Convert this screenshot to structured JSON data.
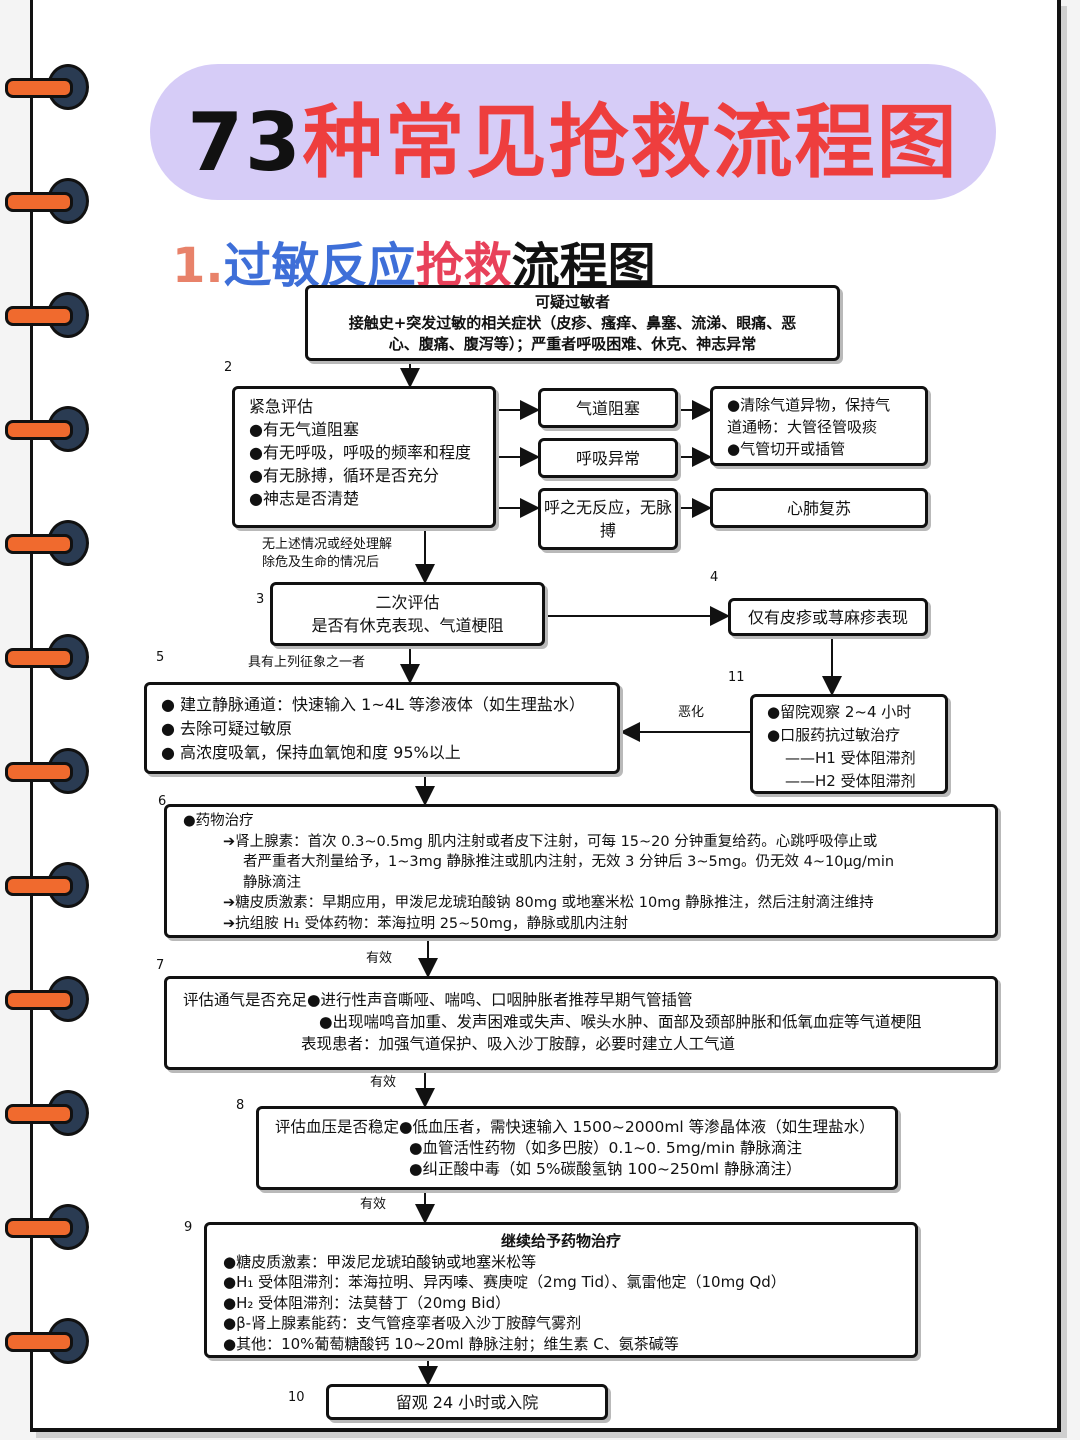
{
  "title": {
    "number": "73",
    "text": "种常见抢救流程图"
  },
  "subtitle": {
    "part1": "1.",
    "part2": "过敏反应",
    "part3": "抢救",
    "part4": "流程图"
  },
  "suspect": {
    "heading": "可疑过敏者",
    "line1": "接触史+突发过敏的相关症状（皮疹、瘙痒、鼻塞、流涕、眼痛、恶",
    "line2": "心、腹痛、腹泻等）；严重者呼吸困难、休克、神志异常"
  },
  "step_numbers": [
    "2",
    "3",
    "4",
    "5",
    "6",
    "7",
    "8",
    "9",
    "10",
    "11"
  ],
  "emergency": {
    "heading": "紧急评估",
    "items": [
      "●有无气道阻塞",
      "●有无呼吸，呼吸的频率和程度",
      "●有无脉搏，循环是否充分",
      "●神志是否清楚"
    ]
  },
  "airway_block": "气道阻塞",
  "breath_abnormal": "呼吸异常",
  "no_response": {
    "line1": "呼之无反应，无脉",
    "line2": "搏"
  },
  "airway_action": {
    "line1": "●清除气道异物，保持气",
    "line2": "道通畅：大管径管吸痰",
    "line3": "●气管切开或插管"
  },
  "cpr": "心肺复苏",
  "none_note": {
    "line1": "无上述情况或经处理解",
    "line2": "除危及生命的情况后"
  },
  "secondary": {
    "heading": "二次评估",
    "line1": "是否有休克表现、气道梗阻"
  },
  "skin_only": "仅有皮疹或荨麻疹表现",
  "has_signs": "具有上列征象之一者",
  "worsen": "恶化",
  "iv_box": {
    "items": [
      "●  建立静脉通道：快速输入 1~4L 等渗液体（如生理盐水）",
      "●  去除可疑过敏原",
      "●  高浓度吸氧，保持血氧饱和度 95%以上"
    ]
  },
  "observe_box": {
    "items": [
      "●留院观察 2~4 小时",
      "●口服药抗过敏治疗",
      "——H1 受体阻滞剂",
      "——H2 受体阻滞剂"
    ]
  },
  "drug_box": {
    "heading": "●药物治疗",
    "line1": "➔肾上腺素：首次 0.3~0.5mg 肌内注射或者皮下注射，可每 15~20 分钟重复给药。心跳呼吸停止或",
    "line2": "者严重者大剂量给予，1~3mg 静脉推注或肌内注射，无效 3 分钟后 3~5mg。仍无效 4~10μg/min",
    "line3": "静脉滴注",
    "line4": "➔糖皮质激素：早期应用，甲泼尼龙琥珀酸钠 80mg 或地塞米松 10mg 静脉推注，然后注射滴注维持",
    "line5": "➔抗组胺 H₁ 受体药物：苯海拉明 25~50mg，静脉或肌内注射"
  },
  "effective": "有效",
  "ventilation_box": {
    "line1": "评估通气是否充足●进行性声音嘶哑、喘鸣、口咽肿胀者推荐早期气管插管",
    "line2": "●出现喘鸣音加重、发声困难或失声、喉头水肿、面部及颈部肿胀和低氧血症等气道梗阻",
    "line3": "表现患者：加强气道保护、吸入沙丁胺醇，必要时建立人工气道"
  },
  "bp_box": {
    "line1": "评估血压是否稳定●低血压者，需快速输入 1500~2000ml 等渗晶体液（如生理盐水）",
    "line2": "●血管活性药物（如多巴胺）0.1~0. 5mg/min 静脉滴注",
    "line3": "●纠正酸中毒（如 5%碳酸氢钠 100~250ml 静脉滴注）"
  },
  "continue_box": {
    "heading": "继续给予药物治疗",
    "items": [
      "●糖皮质激素：甲泼尼龙琥珀酸钠或地塞米松等",
      "●H₁ 受体阻滞剂：苯海拉明、异丙嗪、赛庚啶（2mg Tid）、氯雷他定（10mg Qd）",
      "●H₂ 受体阻滞剂：法莫替丁（20mg Bid）",
      "●β-肾上腺素能药：支气管痉挛者吸入沙丁胺醇气雾剂",
      "●其他：10%葡萄糖酸钙 10~20ml 静脉注射；维生素 C、氨茶碱等"
    ]
  },
  "final_box": "留观 24 小时或入院"
}
